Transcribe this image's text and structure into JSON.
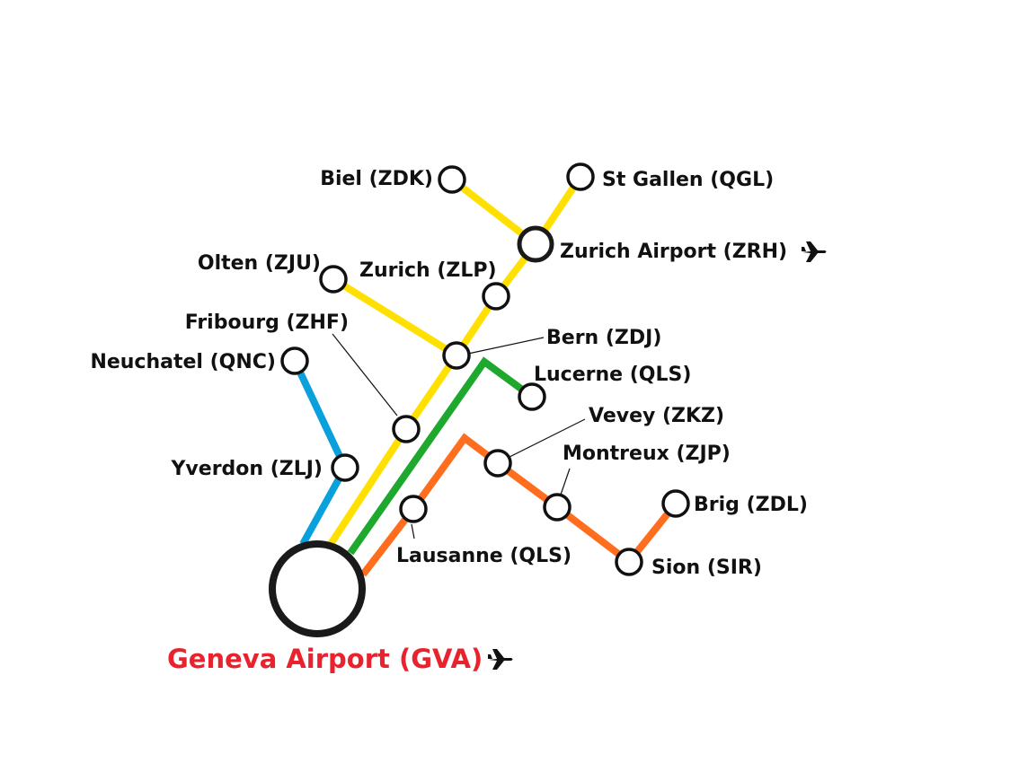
{
  "colors": {
    "blue_line": "#0aa0dc",
    "yellow_line": "#ffe000",
    "green_line": "#1ea82d",
    "orange_line": "#ff6e1e",
    "hub_label": "#e8232d",
    "station_stroke": "#111111"
  },
  "hub": {
    "label": "Geneva Airport (GVA)",
    "icon": "airplane-icon"
  },
  "stations": {
    "biel": "Biel (ZDK)",
    "st_gallen": "St Gallen (QGL)",
    "zurich_airport": "Zurich Airport (ZRH)",
    "olten": "Olten (ZJU)",
    "zurich": "Zurich (ZLP)",
    "fribourg": "Fribourg (ZHF)",
    "bern": "Bern (ZDJ)",
    "neuchatel": "Neuchatel (QNC)",
    "lucerne": "Lucerne (QLS)",
    "vevey": "Vevey (ZKZ)",
    "montreux": "Montreux (ZJP)",
    "yverdon": "Yverdon (ZLJ)",
    "brig": "Brig (ZDL)",
    "lausanne": "Lausanne (QLS)",
    "sion": "Sion (SIR)"
  },
  "icons": {
    "zurich_airport": "airplane-icon",
    "geneva_airport": "airplane-icon"
  }
}
